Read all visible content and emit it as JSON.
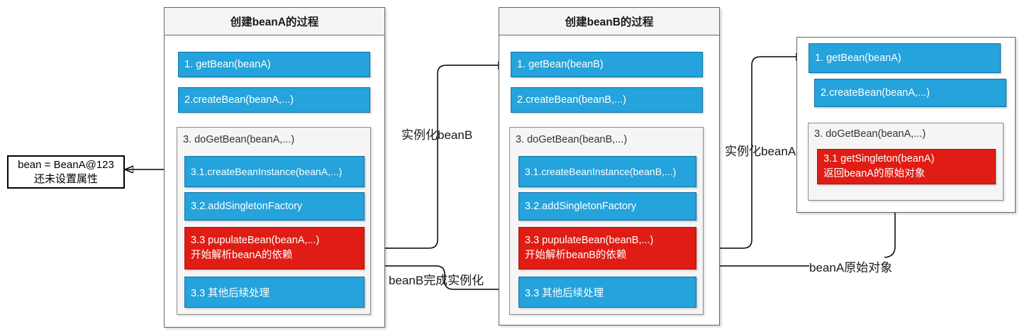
{
  "colors": {
    "step_blue": "#24a3dc",
    "step_blue_border": "#1272a5",
    "step_red": "#df1d15",
    "step_red_border": "#b30f0a",
    "panel_header_bg": "#f5f5f5",
    "section_bg": "#f5f5f5",
    "connector": "#000000"
  },
  "panel_a": {
    "title": "创建beanA的过程",
    "step1": "1. getBean(beanA)",
    "step2": "2.createBean(beanA,...)",
    "step3_label": "3. doGetBean(beanA,...)",
    "step31": "3.1.createBeanInstance(beanA,...)",
    "step32": "3.2.addSingletonFactory",
    "step33_line1": "3.3 pupulateBean(beanA,...)",
    "step33_line2": "开始解析beanA的依赖",
    "step34": "3.3 其他后续处理"
  },
  "panel_b": {
    "title": "创建beanB的过程",
    "step1": "1. getBean(beanB)",
    "step2": "2.createBean(beanB,...)",
    "step3_label": "3. doGetBean(beanB,...)",
    "step31": "3.1.createBeanInstance(beanB,...)",
    "step32": "3.2.addSingletonFactory",
    "step33_line1": "3.3 pupulateBean(beanB,...)",
    "step33_line2": "开始解析beanB的依赖",
    "step34": "3.3 其他后续处理"
  },
  "panel_a2": {
    "step1": "1. getBean(beanA)",
    "step2": "2.createBean(beanA,...)",
    "step3_label": "3. doGetBean(beanA,...)",
    "step31_line1": "3.1 getSingleton(beanA)",
    "step31_line2": "返回beanA的原始对象"
  },
  "annotation": {
    "line1": "bean = BeanA@123",
    "line2": "还未设置属性"
  },
  "edge_labels": {
    "instantiate_beanB": "实例化beanB",
    "beanB_done": "beanB完成实例化",
    "instantiate_beanA": "实例化beanA",
    "beanA_raw": "beanA原始对象"
  }
}
